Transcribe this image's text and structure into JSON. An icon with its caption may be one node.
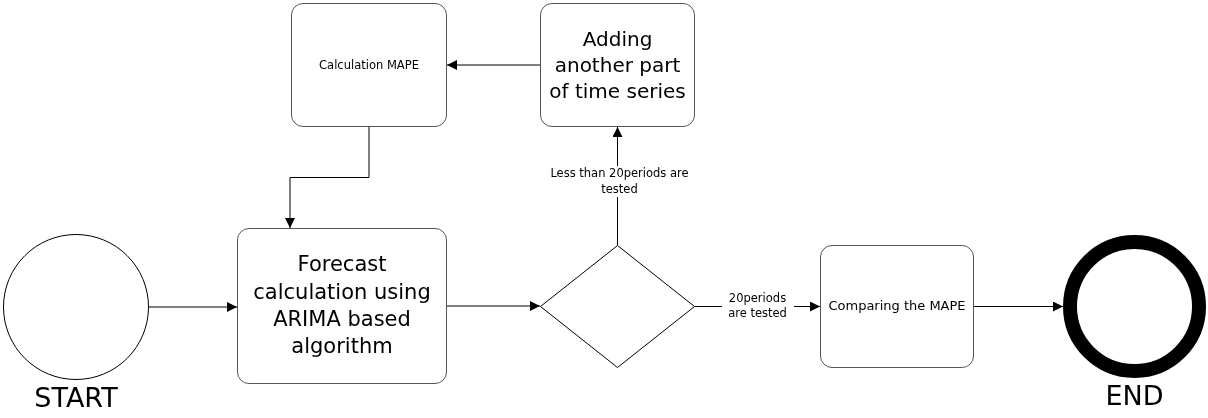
{
  "diagram": {
    "nodes": [
      {
        "text": [],
        "shape": "circle",
        "beside": [
          "START"
        ]
      },
      {
        "text": [
          "Forecast calculation using ARIMA based algorithm"
        ]
      },
      {
        "text": [],
        "shape": "diamond"
      },
      {
        "text": [
          "Adding another part of time series"
        ]
      },
      {
        "text": [
          "Calculation MAPE"
        ]
      },
      {
        "text": [
          "Comparing the MAPE"
        ]
      },
      {
        "text": [],
        "shape": "circle",
        "beside": [
          "END"
        ]
      }
    ],
    "edges": [
      {
        "from": 0,
        "to": 1,
        "arrow": "to"
      },
      {
        "from": 1,
        "to": 2,
        "arrow": "to"
      },
      {
        "from": 2,
        "to": 3,
        "arrow": "to",
        "label": "Less than 20periods are tested"
      },
      {
        "from": 3,
        "to": 4,
        "arrow": "to"
      },
      {
        "from": 4,
        "to": 1,
        "arrow": "to"
      },
      {
        "from": 2,
        "to": 5,
        "arrow": "to",
        "label": "20periods are tested"
      },
      {
        "from": 5,
        "to": 6,
        "arrow": "to"
      }
    ]
  }
}
